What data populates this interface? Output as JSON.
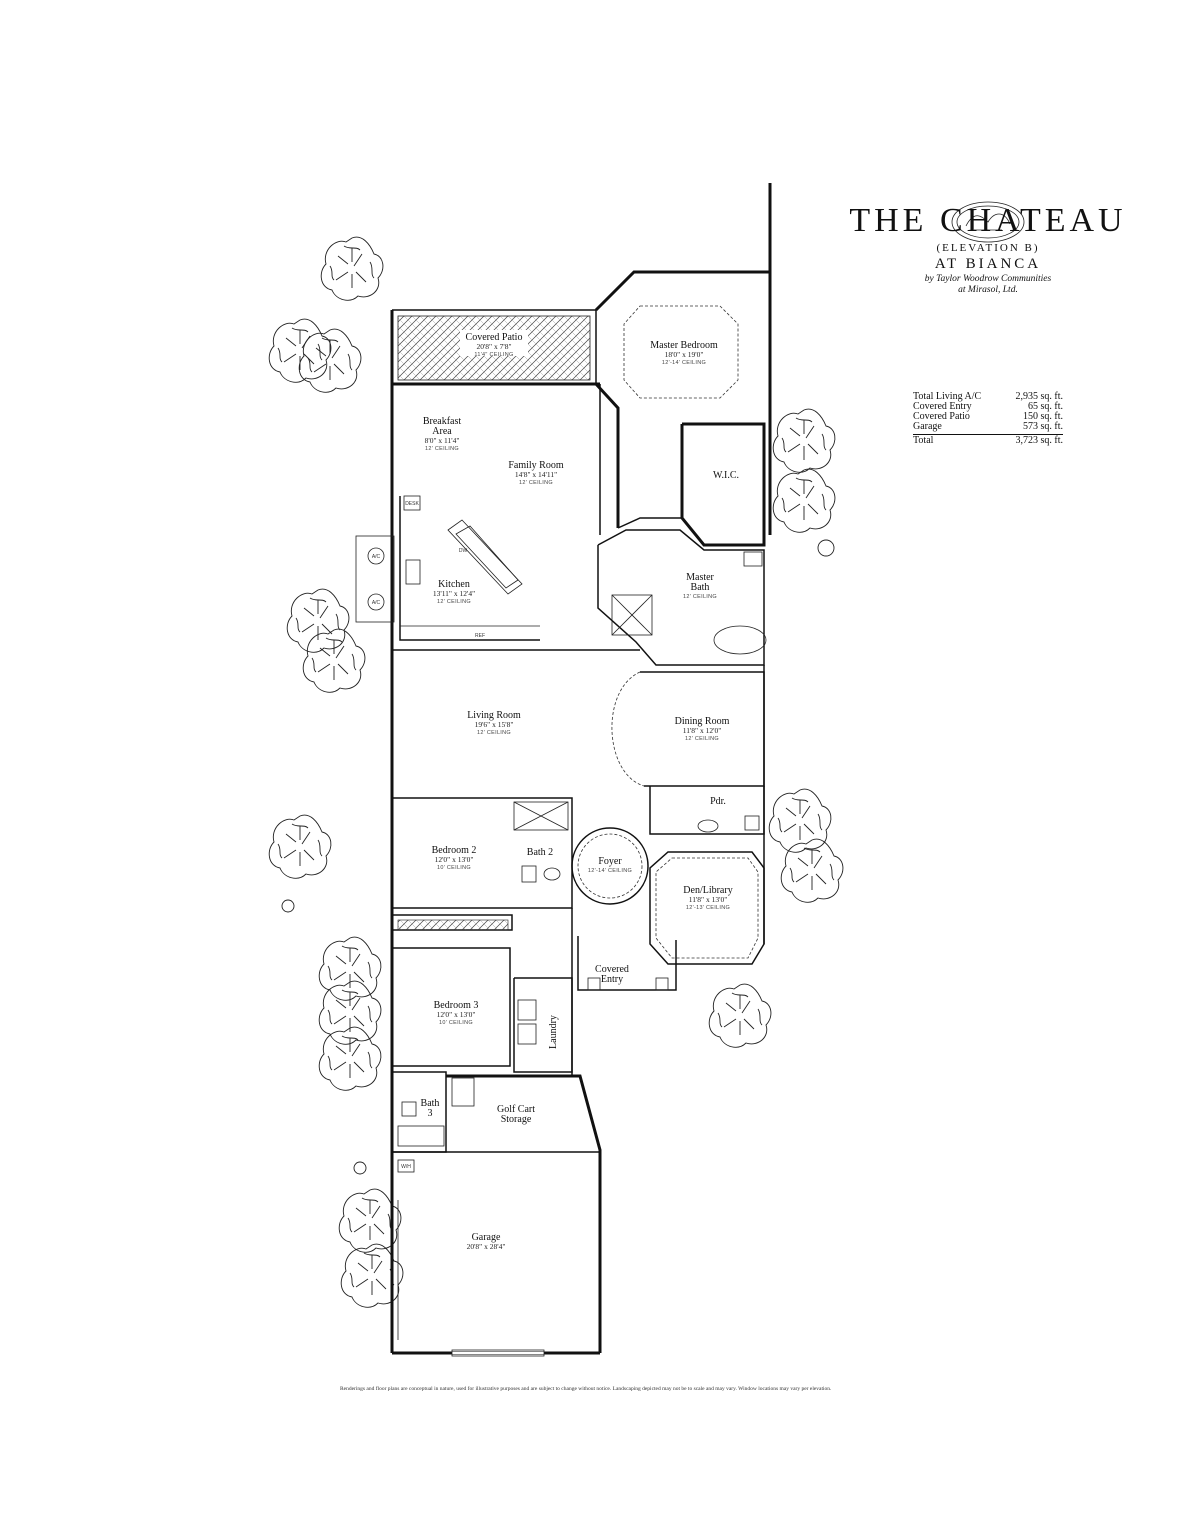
{
  "brand": {
    "title": "THE CHATEAU",
    "elevation": "(ELEVATION B)",
    "community": "AT BIANCA",
    "builder": "by Taylor Woodrow Communities",
    "developer": "at Mirasol, Ltd."
  },
  "area": {
    "rows": [
      {
        "label": "Total Living A/C",
        "value": "2,935 sq. ft."
      },
      {
        "label": "Covered Entry",
        "value": "65 sq. ft."
      },
      {
        "label": "Covered Patio",
        "value": "150 sq. ft."
      },
      {
        "label": "Garage",
        "value": "573 sq. ft."
      }
    ],
    "total": {
      "label": "Total",
      "value": "3,723 sq. ft."
    }
  },
  "rooms": {
    "covered_patio": {
      "name": "Covered Patio",
      "dims": "20'8\" x 7'8\"",
      "ceiling": "11'4\" CEILING"
    },
    "master_bedroom": {
      "name": "Master Bedroom",
      "dims": "18'0\" x 19'0\"",
      "ceiling": "12'-14' CEILING"
    },
    "breakfast": {
      "name": "Breakfast",
      "name2": "Area",
      "dims": "8'0\" x 11'4\"",
      "ceiling": "12' CEILING"
    },
    "family_room": {
      "name": "Family Room",
      "dims": "14'8\" x 14'11\"",
      "ceiling": "12' CEILING"
    },
    "wic": {
      "name": "W.I.C."
    },
    "kitchen": {
      "name": "Kitchen",
      "dims": "13'11\" x 12'4\"",
      "ceiling": "12' CEILING"
    },
    "master_bath": {
      "name": "Master",
      "name2": "Bath",
      "ceiling": "12' CEILING"
    },
    "living_room": {
      "name": "Living Room",
      "dims": "19'6\" x 15'8\"",
      "ceiling": "12' CEILING"
    },
    "dining_room": {
      "name": "Dining Room",
      "dims": "11'8\" x 12'0\"",
      "ceiling": "12' CEILING"
    },
    "pdr": {
      "name": "Pdr."
    },
    "bedroom2": {
      "name": "Bedroom 2",
      "dims": "12'0\" x 13'0\"",
      "ceiling": "10' CEILING"
    },
    "bath2": {
      "name": "Bath 2"
    },
    "foyer": {
      "name": "Foyer",
      "ceiling": "12'-14' CEILING"
    },
    "den": {
      "name": "Den/Library",
      "dims": "11'8\" x 13'0\"",
      "ceiling": "12'-13' CEILING"
    },
    "covered_entry": {
      "name": "Covered",
      "name2": "Entry"
    },
    "bedroom3": {
      "name": "Bedroom 3",
      "dims": "12'0\" x 13'0\"",
      "ceiling": "10' CEILING"
    },
    "laundry": {
      "name": "Laundry"
    },
    "bath3": {
      "name": "Bath",
      "name2": "3"
    },
    "golf_cart": {
      "name": "Golf Cart",
      "name2": "Storage"
    },
    "garage": {
      "name": "Garage",
      "dims": "20'8\" x 28'4\""
    }
  },
  "fixtures": {
    "ac": "A/C",
    "ref": "REF",
    "dw": "DW",
    "desk": "DESK",
    "wh": "W/H"
  },
  "disclaimer": "Renderings and floor plans are conceptual in nature, used for illustrative purposes and are subject to change without notice. Landscaping depicted may not be to scale and may vary. Window locations may vary per elevation."
}
